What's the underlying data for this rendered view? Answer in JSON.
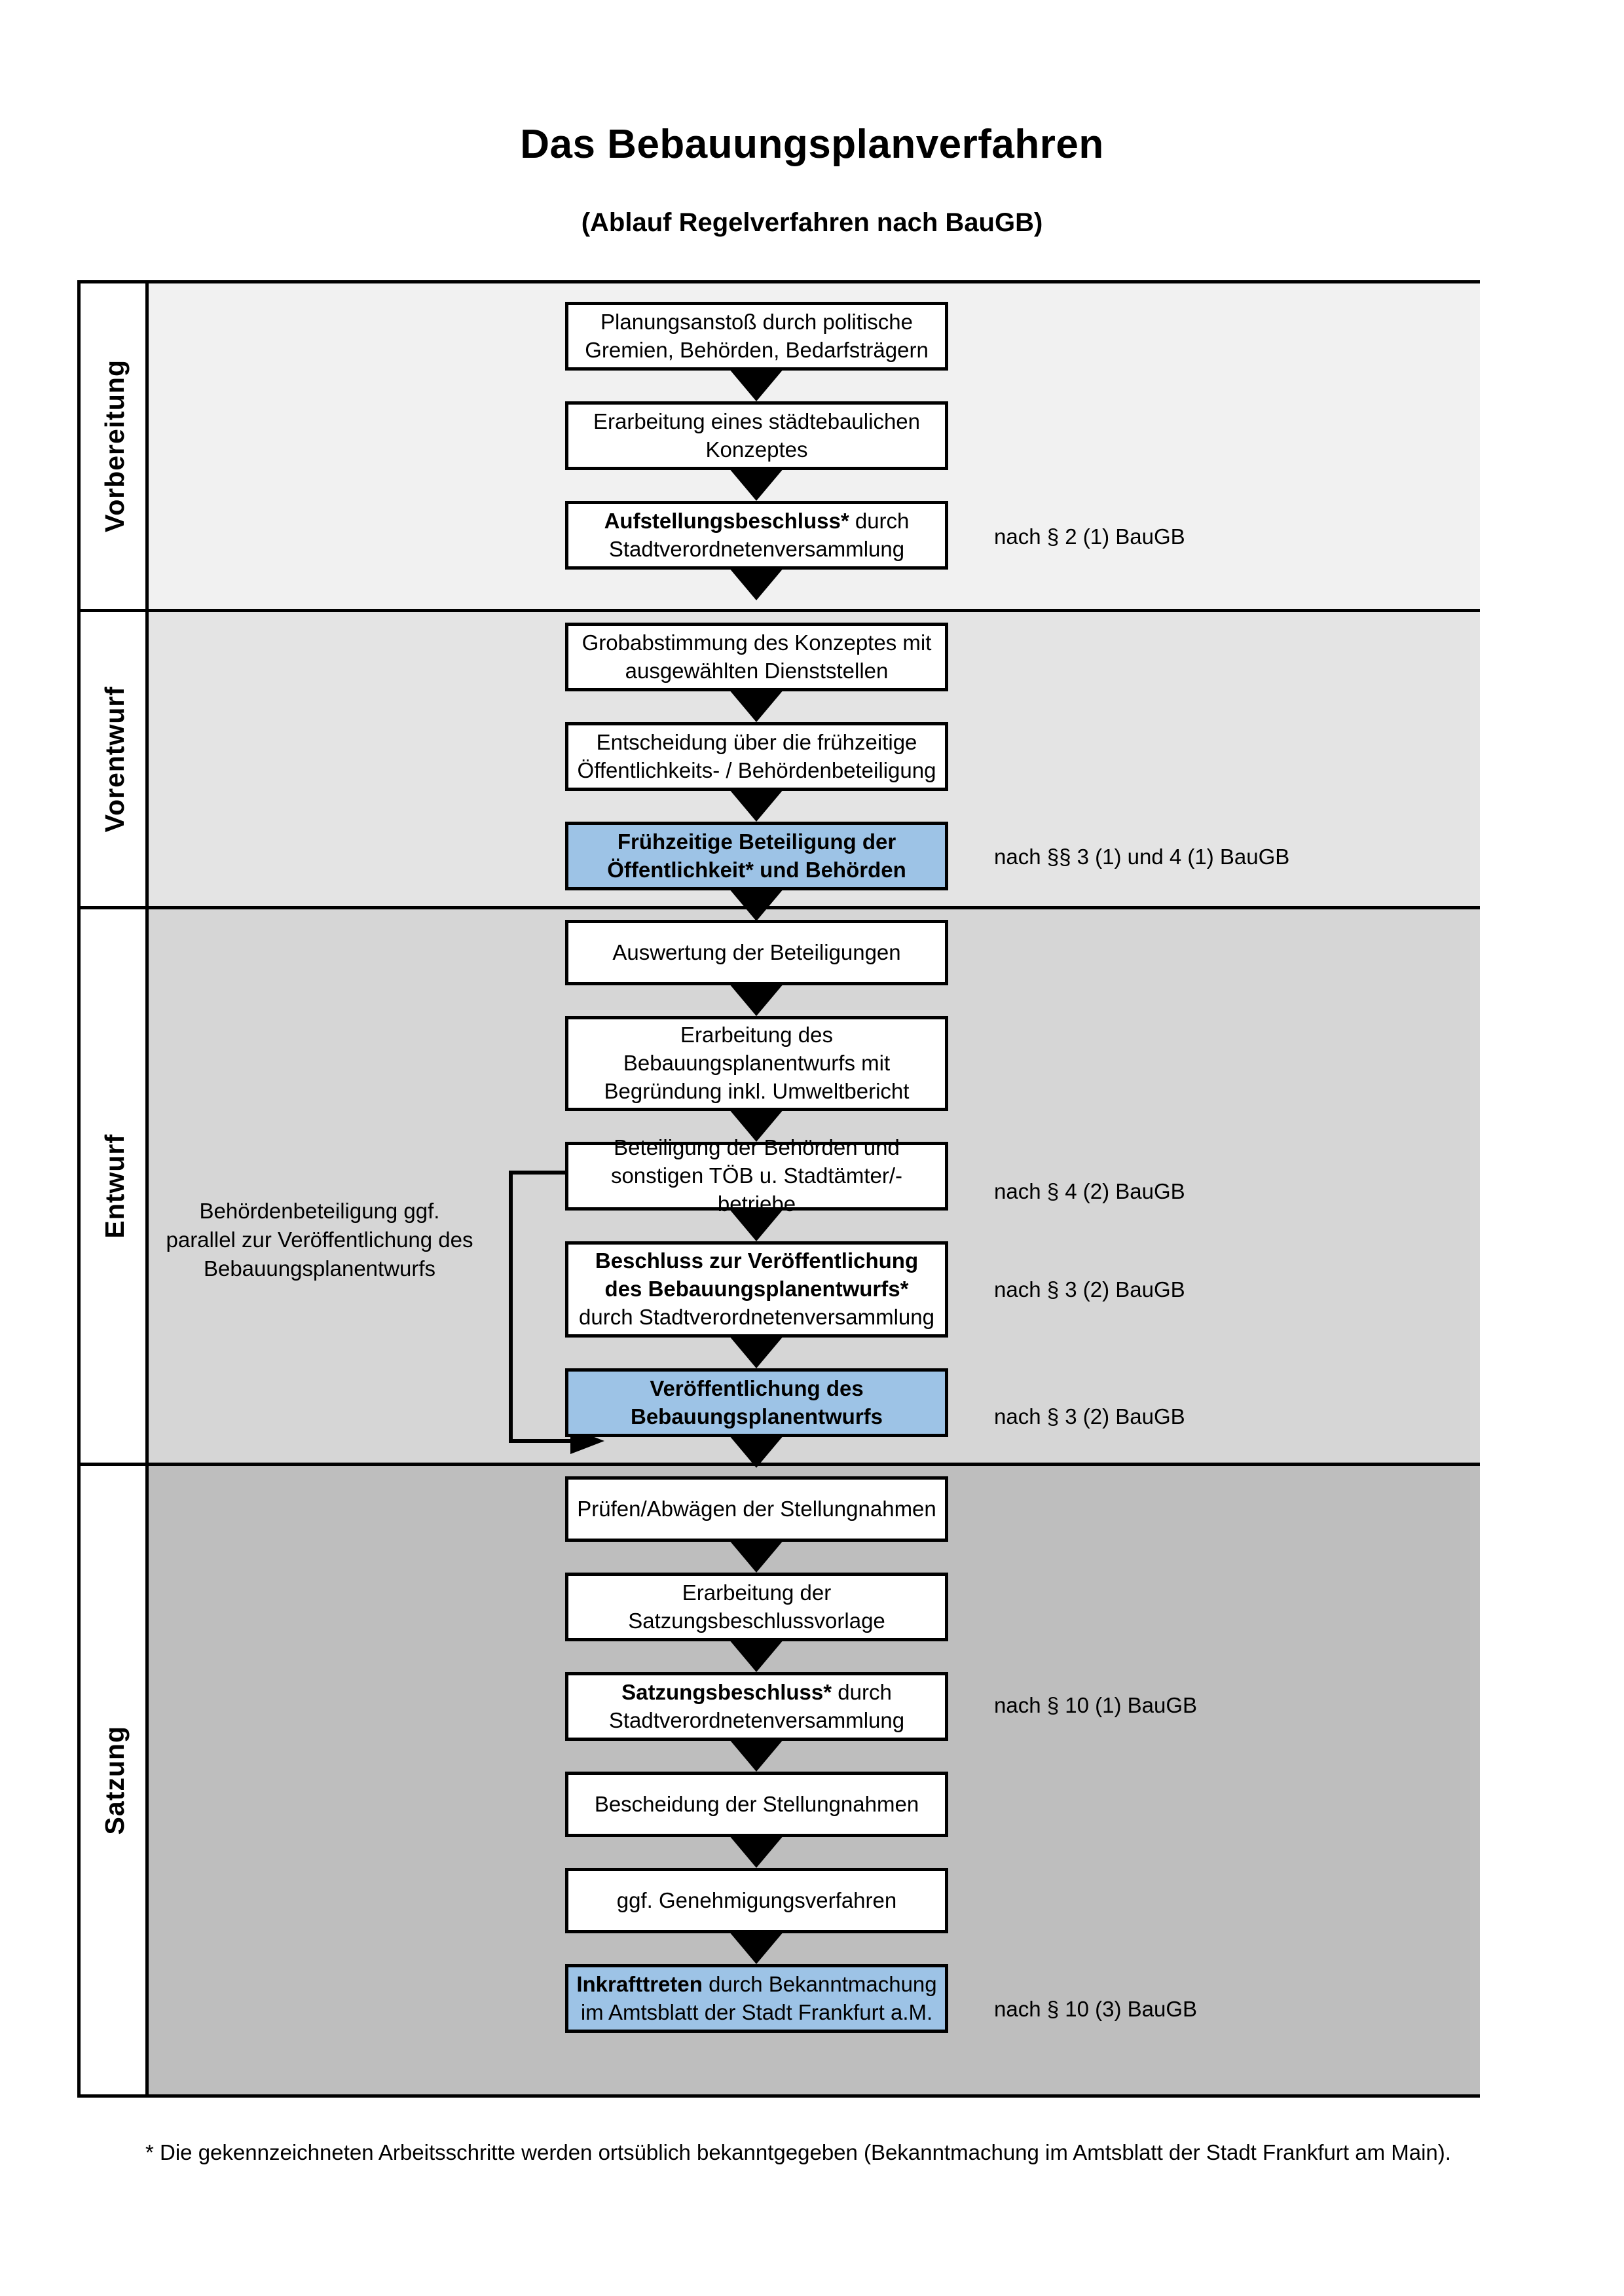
{
  "header": {
    "title": "Das Bebauungsplanverfahren",
    "subtitle": "(Ablauf Regelverfahren nach BauGB)"
  },
  "colors": {
    "highlight_blue": "#9DC3E6",
    "band_vorbereitung": "#F1F1F1",
    "band_vorentwurf": "#E4E4E4",
    "band_entwurf": "#D6D6D6",
    "band_satzung": "#BEBEBE",
    "border": "#000000"
  },
  "bands": [
    {
      "label": "Vorbereitung"
    },
    {
      "label": "Vorentwurf"
    },
    {
      "label": "Entwurf"
    },
    {
      "label": "Satzung"
    }
  ],
  "steps": [
    {
      "id": "planungsanstoss",
      "text": "Planungsanstoß durch politische Gremien, Behörden, Bedarfsträgern",
      "bold_prefix": "",
      "highlight": false
    },
    {
      "id": "staedtebauliches-konzept",
      "text": "Erarbeitung eines städtebaulichen Konzeptes",
      "bold_prefix": "",
      "highlight": false
    },
    {
      "id": "aufstellungsbeschluss",
      "text": " durch Stadtverordnetenversammlung",
      "bold_prefix": "Aufstellungsbeschluss*",
      "highlight": false
    },
    {
      "id": "grobabstimmung",
      "text": "Grobabstimmung des Konzeptes mit ausgewählten Dienststellen",
      "bold_prefix": "",
      "highlight": false
    },
    {
      "id": "entscheidung-fruehzeitige",
      "text": "Entscheidung über die frühzeitige Öffentlichkeits- / Behördenbeteiligung",
      "bold_prefix": "",
      "highlight": false
    },
    {
      "id": "fruehzeitige-beteiligung",
      "text": "",
      "bold_prefix": "Frühzeitige Beteiligung der Öffentlichkeit* und Behörden",
      "highlight": true
    },
    {
      "id": "auswertung-beteiligungen",
      "text": "Auswertung der Beteiligungen",
      "bold_prefix": "",
      "highlight": false
    },
    {
      "id": "erarbeitung-entwurf",
      "text": "Erarbeitung des Bebauungsplanentwurfs mit Begründung inkl. Umweltbericht",
      "bold_prefix": "",
      "highlight": false
    },
    {
      "id": "beteiligung-behoerden-toeb",
      "text": "Beteiligung der Behörden und sonstigen TÖB u. Stadtämter/-betriebe",
      "bold_prefix": "",
      "highlight": false
    },
    {
      "id": "beschluss-veroeffentlichung",
      "text": " durch Stadtverordnetenversammlung",
      "bold_prefix": "Beschluss zur Veröffentlichung des Bebauungsplanentwurfs*",
      "highlight": false
    },
    {
      "id": "veroeffentlichung-entwurf",
      "text": "",
      "bold_prefix": "Veröffentlichung des Bebauungsplanentwurfs",
      "highlight": true
    },
    {
      "id": "pruefen-abwaegen",
      "text": "Prüfen/Abwägen der Stellungnahmen",
      "bold_prefix": "",
      "highlight": false
    },
    {
      "id": "erarbeitung-satzungsvorlage",
      "text": "Erarbeitung der Satzungsbeschlussvorlage",
      "bold_prefix": "",
      "highlight": false
    },
    {
      "id": "satzungsbeschluss",
      "text": " durch Stadtverordnetenversammlung",
      "bold_prefix": "Satzungsbeschluss*",
      "highlight": false
    },
    {
      "id": "bescheidung-stellungnahmen",
      "text": "Bescheidung der Stellungnahmen",
      "bold_prefix": "",
      "highlight": false
    },
    {
      "id": "genehmigungsverfahren",
      "text": "ggf. Genehmigungsverfahren",
      "bold_prefix": "",
      "highlight": false
    },
    {
      "id": "inkrafttreten",
      "text": " durch Bekanntmachung im Amtsblatt der Stadt Frankfurt a.M.",
      "bold_prefix": "Inkrafttreten",
      "highlight": true
    }
  ],
  "references": [
    {
      "id": "ref-par2-1",
      "text": "nach § 2 (1) BauGB"
    },
    {
      "id": "ref-par3-1-par4-1",
      "text": "nach §§ 3 (1) und 4 (1) BauGB"
    },
    {
      "id": "ref-par4-2",
      "text": "nach § 4 (2) BauGB"
    },
    {
      "id": "ref-par3-2-a",
      "text": "nach § 3 (2) BauGB"
    },
    {
      "id": "ref-par3-2-b",
      "text": "nach § 3 (2) BauGB"
    },
    {
      "id": "ref-par10-1",
      "text": "nach § 10 (1) BauGB"
    },
    {
      "id": "ref-par10-3",
      "text": "nach § 10 (3) BauGB"
    }
  ],
  "side_note": {
    "text": "Behördenbeteiligung ggf. parallel zur Veröffentlichung des Bebauungsplanentwurfs"
  },
  "footnote": {
    "text": "* Die gekennzeichneten Arbeitsschritte werden ortsüblich bekanntgegeben (Bekanntmachung im Amtsblatt  der Stadt Frankfurt am Main)."
  }
}
